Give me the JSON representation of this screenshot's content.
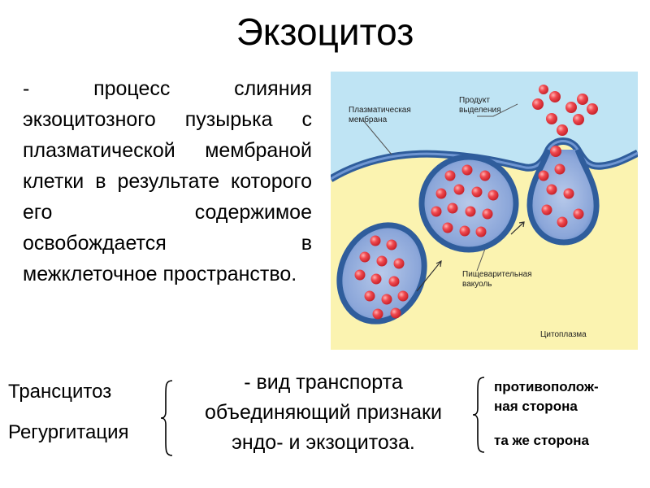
{
  "title": "Экзоцитоз",
  "definition": "- процесс слияния экзоцитозного пузырька с плазматической мембраной клетки в результате которого его содержимое освобождается в межклеточное пространство.",
  "diagram": {
    "labels": {
      "membrane": [
        "Плазматическая",
        "мембрана"
      ],
      "product": [
        "Продукт",
        "выделения"
      ],
      "vacuole": [
        "Пищеварительная",
        "вакуоль"
      ],
      "cytoplasm": "Цитоплазма"
    },
    "colors": {
      "extracellular": "#bfe4f4",
      "cytoplasm": "#fbf3b0",
      "membrane": "#2f5d9c",
      "vesicle_fill": "#6b8fcb",
      "granule": "#e8343c"
    }
  },
  "terms": {
    "transcytosis": "Трансцитоз",
    "regurgitation": "Регургитация"
  },
  "description": [
    "- вид транспорта",
    "объединяющий признаки",
    "эндо- и экзоцитоза."
  ],
  "sides": {
    "opposite": [
      "противополож-",
      "ная сторона"
    ],
    "same": "та же сторона"
  }
}
